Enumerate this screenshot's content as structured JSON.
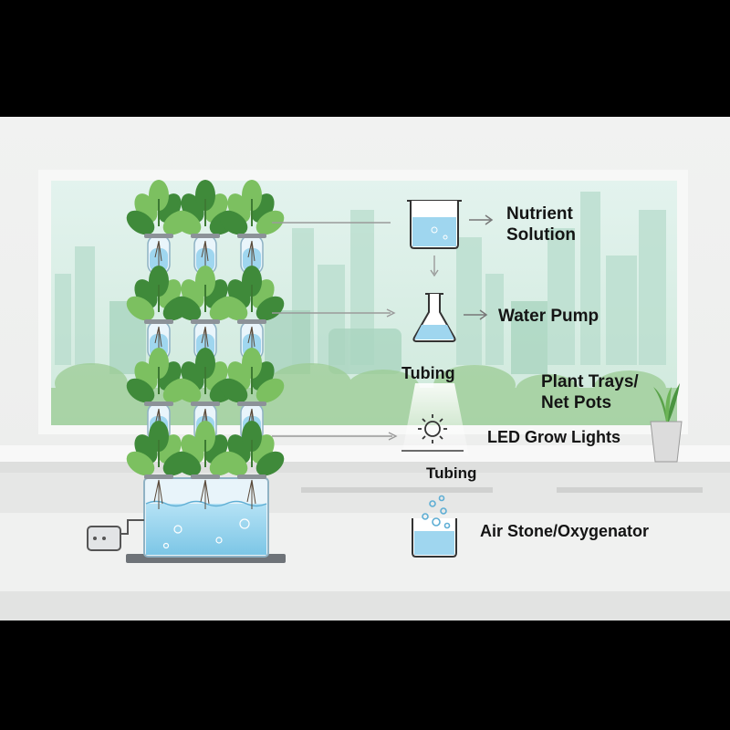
{
  "diagram": {
    "labels": {
      "nutrient_solution": [
        "Nutrient",
        "Solution"
      ],
      "water_pump": "Water Pump",
      "tubing_upper": "Tubing",
      "plant_trays": [
        "Plant Trays/",
        "Net Pots"
      ],
      "led_grow_lights": "LED Grow Lights",
      "tubing_lower": "Tubing",
      "air_stone": "Air Stone/Oxygenator"
    },
    "icons": [
      "beaker-icon",
      "flask-icon",
      "sun-icon",
      "bubbling-container-icon",
      "arrow-icon"
    ],
    "colors": {
      "water": "#9fd6ef",
      "leaf_dark": "#3f8a3a",
      "leaf_light": "#7cc060",
      "skyline": "#bfe3d4",
      "outline": "#333333"
    }
  }
}
